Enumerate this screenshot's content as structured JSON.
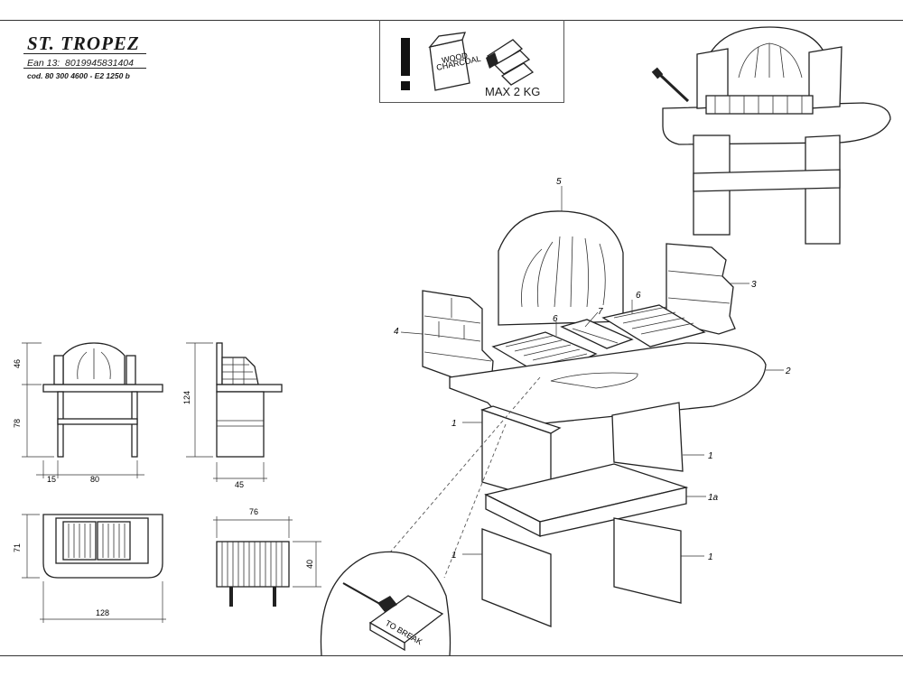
{
  "header": {
    "title": "ST. TROPEZ",
    "ean_label": "Ean 13:",
    "ean_value": "8019945831404",
    "cod_line": "cod. 80 300 4600   - E2 1250 b"
  },
  "warning": {
    "exclamation": "!",
    "bag_text_1": "WOOD",
    "bag_text_2": "CHARCOAL",
    "max_load": "MAX 2 KG"
  },
  "parts": {
    "p1": "1",
    "p1a": "1a",
    "p2": "2",
    "p3": "3",
    "p4": "4",
    "p5": "5",
    "p6": "6",
    "p7": "7"
  },
  "dimensions": {
    "front_top": "46",
    "front_bottom": "78",
    "front_side": "15",
    "front_width": "80",
    "side_height": "124",
    "side_depth": "45",
    "plan_depth": "71",
    "plan_width": "128",
    "grill_width": "76",
    "grill_depth": "40"
  },
  "detail": {
    "break_text": "TO BREAK"
  }
}
